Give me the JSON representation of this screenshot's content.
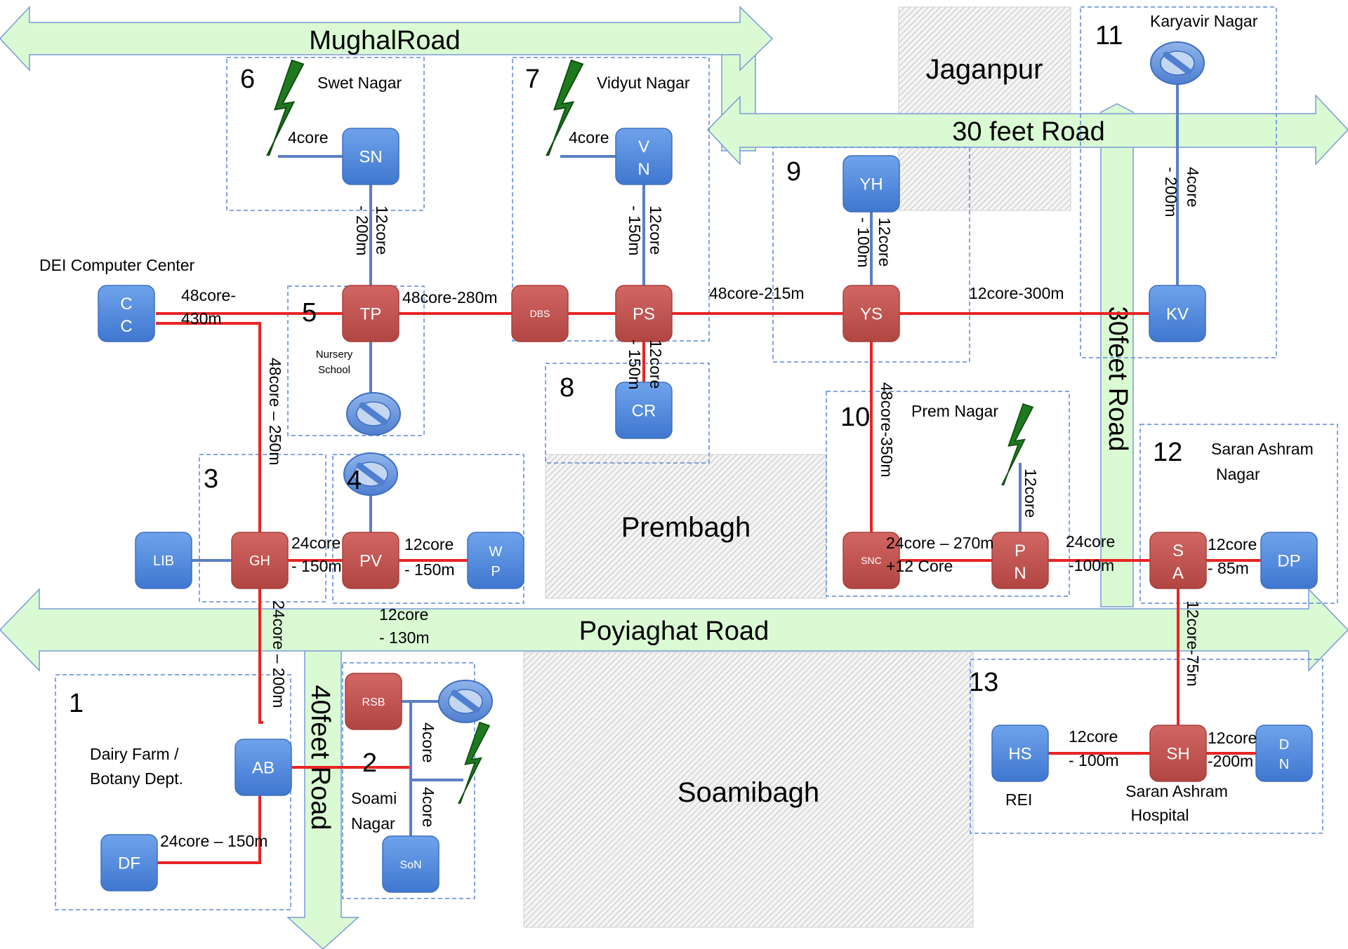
{
  "colors": {
    "road_fill": "#d9fad3",
    "road_stroke": "#7a9ad6",
    "zone_border": "#5b87d8",
    "link_red": "#e82424",
    "link_blue": "#5b7fc4",
    "node_blue": "#5b8fdc",
    "node_red": "#c0504d",
    "wireless": "#1f7a1f"
  },
  "roads": {
    "mughal": "MughalRoad",
    "thirty_h": "30 feet Road",
    "thirty_v": "30feet Road",
    "poyiaghat": "Poyiaghat Road",
    "forty": "40feet  Road"
  },
  "areas": {
    "jaganpur": "Jaganpur",
    "prembagh": "Prembagh",
    "soamibagh": "Soamibagh"
  },
  "zones": {
    "z1": {
      "num": "1",
      "name1": "Dairy Farm /",
      "name2": "Botany Dept."
    },
    "z2": {
      "num": "2",
      "name1": "Soami",
      "name2": "Nagar"
    },
    "z3": {
      "num": "3"
    },
    "z4": {
      "num": "4"
    },
    "z5": {
      "num": "5",
      "note1": "Nursery",
      "note2": "School"
    },
    "z6": {
      "num": "6",
      "name": "Swet Nagar"
    },
    "z7": {
      "num": "7",
      "name": "Vidyut Nagar"
    },
    "z8": {
      "num": "8"
    },
    "z9": {
      "num": "9"
    },
    "z10": {
      "num": "10",
      "name": "Prem Nagar"
    },
    "z11": {
      "num": "11",
      "name": "Karyavir Nagar"
    },
    "z12": {
      "num": "12",
      "name1": "Saran Ashram",
      "name2": "Nagar"
    },
    "z13": {
      "num": "13",
      "rei": "REI",
      "hosp1": "Saran Ashram",
      "hosp2": "Hospital"
    }
  },
  "cc_caption": "DEI Computer Center",
  "nodes": {
    "cc": {
      "l1": "C",
      "l2": "C"
    },
    "tp": "TP",
    "dbs": "DBS",
    "ps": "PS",
    "ys": "YS",
    "kv": "KV",
    "sn": "SN",
    "vn": {
      "l1": "V",
      "l2": "N"
    },
    "yh": "YH",
    "cr": "CR",
    "gh": "GH",
    "pv": "PV",
    "wp": {
      "l1": "W",
      "l2": "P"
    },
    "lib": "LIB",
    "snc": "SNC",
    "pn": {
      "l1": "P",
      "l2": "N"
    },
    "sa": {
      "l1": "S",
      "l2": "A"
    },
    "dp": "DP",
    "ab": "AB",
    "df": "DF",
    "rsb": "RSB",
    "son": "SoN",
    "hs": "HS",
    "sh": "SH",
    "dn": {
      "l1": "D",
      "l2": "N"
    }
  },
  "links": {
    "cc_tp_1": "48core-",
    "cc_tp_2": "430m",
    "tp_dbs": "48core-280m",
    "ps_ys": "48core-215m",
    "ys_kv": "12core-300m",
    "cc_gh": "48core – 250m",
    "tp_sn_1": "12core",
    "tp_sn_2": "- 200m",
    "sn_w": "4core",
    "ps_vn_1": "12core",
    "ps_vn_2": "- 150m",
    "vn_w": "4core",
    "ps_cr_1": "12core",
    "ps_cr_2": "- 150m",
    "ys_yh_1": "12core",
    "ys_yh_2": "- 100m",
    "kv_1": "4core",
    "kv_2": "- 200m",
    "gh_pv_1": "24core",
    "gh_pv_2": "- 150m",
    "pv_wp_1": "12core",
    "pv_wp_2": "- 150m",
    "pv_sub_1": "12core",
    "pv_sub_2": "- 130m",
    "ys_snc": "48core-350m",
    "snc_pn_1": "24core – 270m",
    "snc_pn_2": "+12 Core",
    "pn_w": "12core",
    "pn_sa_1": "24core",
    "pn_sa_2": "-100m",
    "sa_dp_1": "12core",
    "sa_dp_2": "- 85m",
    "sa_sh": "12core-75m",
    "gh_ab": "24core – 200m",
    "df_ab": "24core – 150m",
    "son_1": "4core",
    "son_2": "4core",
    "hs_sh_1": "12core",
    "hs_sh_2": "- 100m",
    "sh_dn_1": "12core",
    "sh_dn_2": "-200m"
  }
}
